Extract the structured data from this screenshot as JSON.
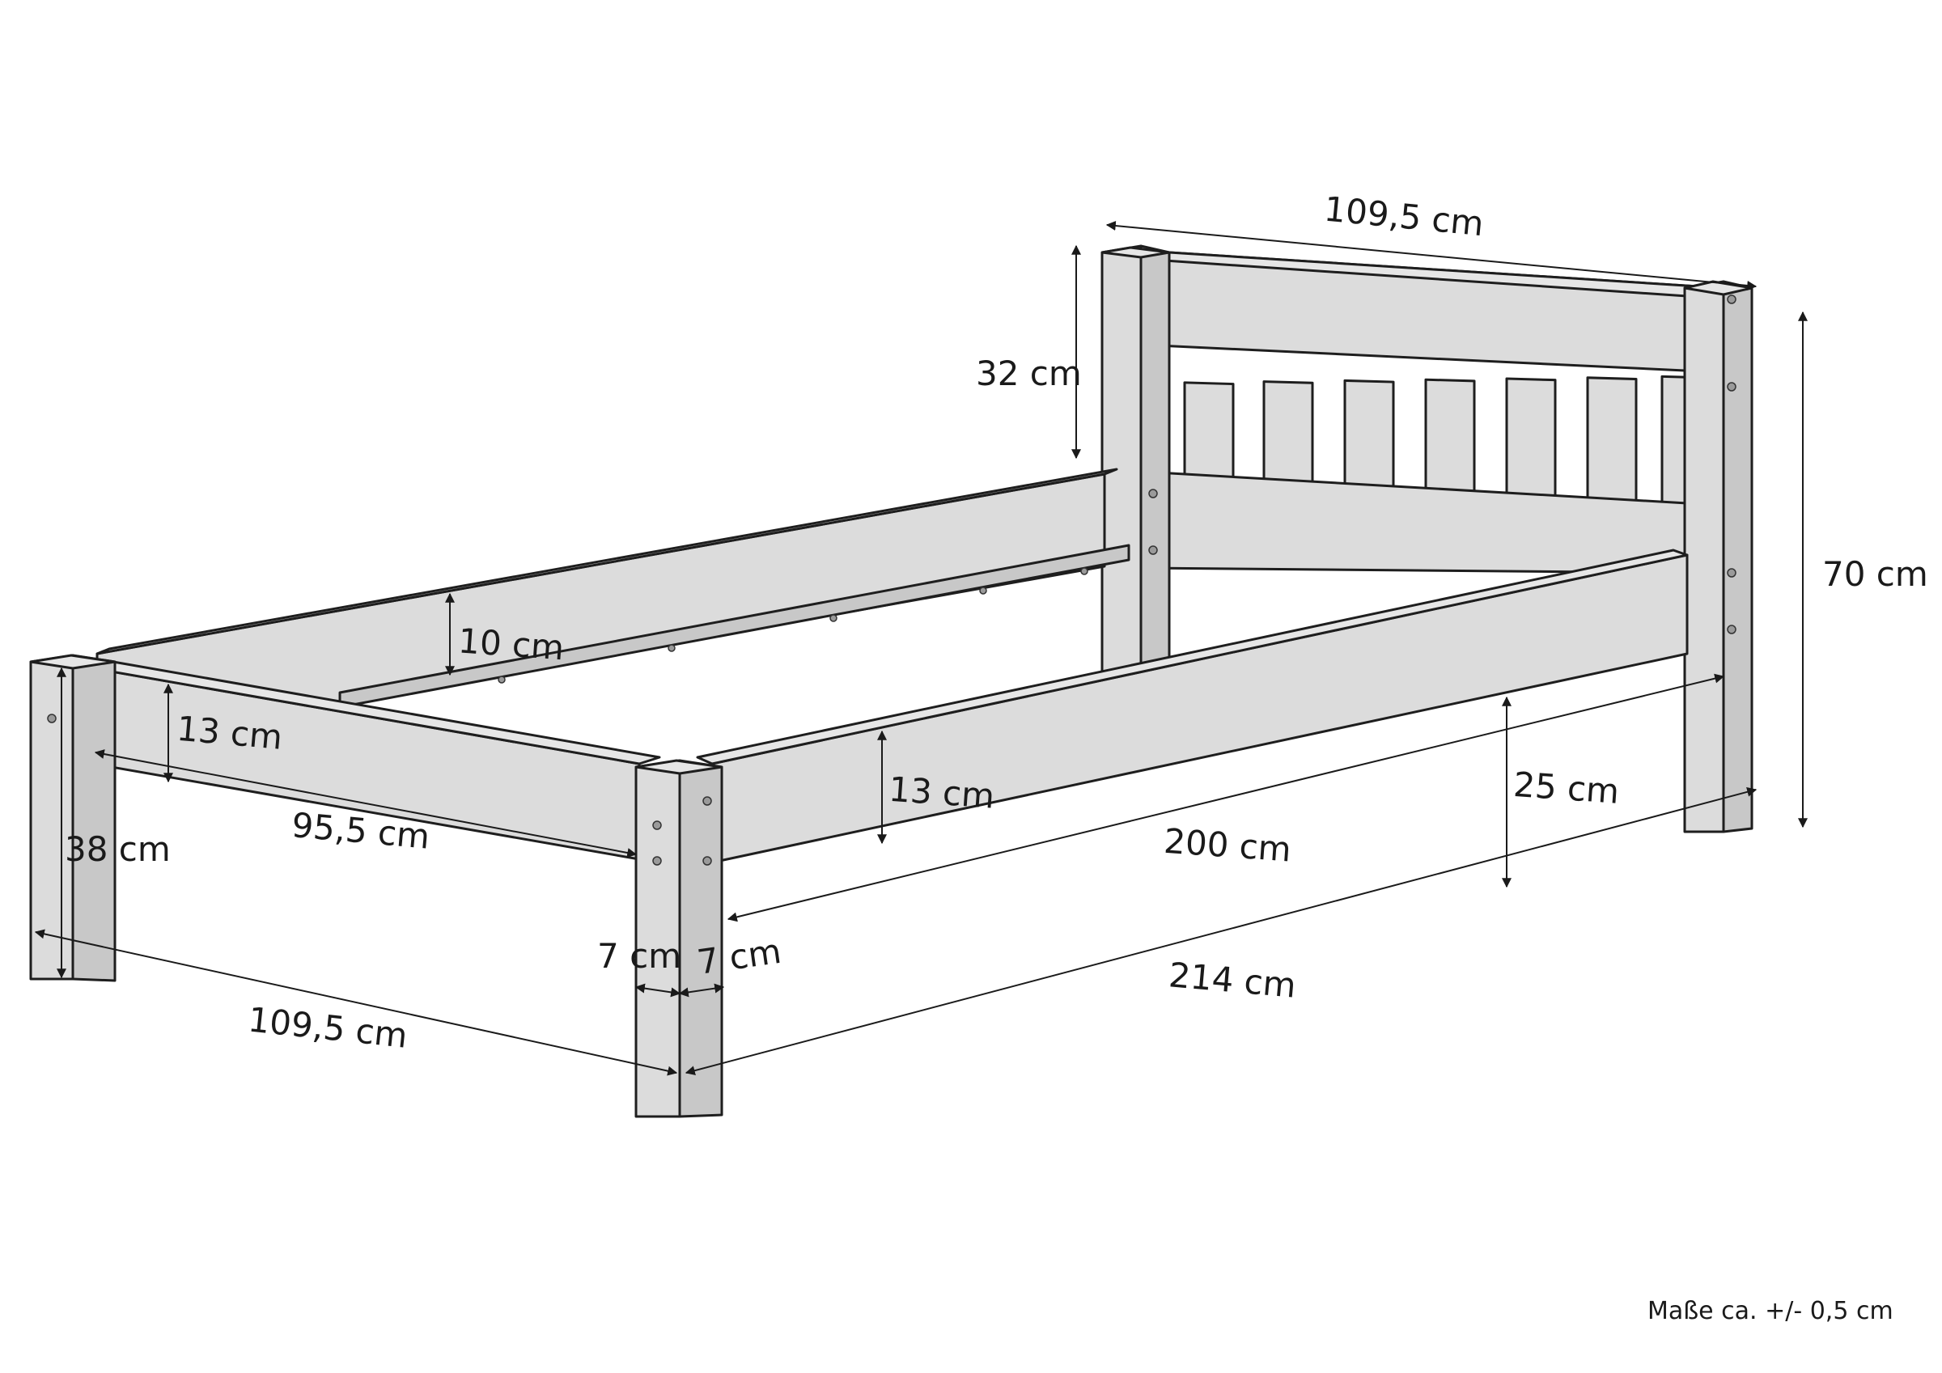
{
  "diagram": {
    "dimensions": {
      "headboard_width": "109,5 cm",
      "headboard_panel": "32 cm",
      "total_height": "70 cm",
      "side_rail_height_back": "10 cm",
      "end_rail_height": "13 cm",
      "side_rail_height": "13 cm",
      "clearance": "25 cm",
      "leg_height": "38 cm",
      "inner_width": "95,5 cm",
      "inner_length": "200 cm",
      "leg_depth": "7 cm",
      "leg_width": "7 cm",
      "total_length": "214 cm",
      "total_width": "109,5 cm"
    },
    "tolerance_note": "Maße ca. +/- 0,5 cm"
  }
}
